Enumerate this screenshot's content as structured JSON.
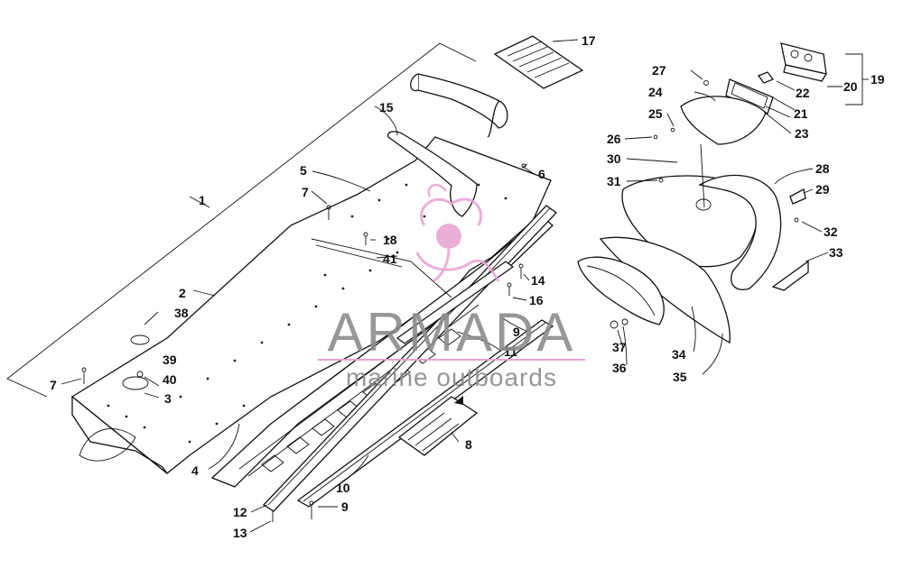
{
  "diagram": {
    "callouts": [
      {
        "id": "c1",
        "label": "1"
      },
      {
        "id": "c2",
        "label": "2"
      },
      {
        "id": "c3",
        "label": "3"
      },
      {
        "id": "c4",
        "label": "4"
      },
      {
        "id": "c5",
        "label": "5"
      },
      {
        "id": "c6",
        "label": "6"
      },
      {
        "id": "c7a",
        "label": "7"
      },
      {
        "id": "c7b",
        "label": "7"
      },
      {
        "id": "c8",
        "label": "8"
      },
      {
        "id": "c9a",
        "label": "9"
      },
      {
        "id": "c9b",
        "label": "9"
      },
      {
        "id": "c10",
        "label": "10"
      },
      {
        "id": "c11",
        "label": "11"
      },
      {
        "id": "c12",
        "label": "12"
      },
      {
        "id": "c13",
        "label": "13"
      },
      {
        "id": "c14",
        "label": "14"
      },
      {
        "id": "c15",
        "label": "15"
      },
      {
        "id": "c16",
        "label": "16"
      },
      {
        "id": "c17",
        "label": "17"
      },
      {
        "id": "c18",
        "label": "18"
      },
      {
        "id": "c19",
        "label": "19"
      },
      {
        "id": "c20",
        "label": "20"
      },
      {
        "id": "c21",
        "label": "21"
      },
      {
        "id": "c22",
        "label": "22"
      },
      {
        "id": "c23",
        "label": "23"
      },
      {
        "id": "c24",
        "label": "24"
      },
      {
        "id": "c25",
        "label": "25"
      },
      {
        "id": "c26",
        "label": "26"
      },
      {
        "id": "c27",
        "label": "27"
      },
      {
        "id": "c28",
        "label": "28"
      },
      {
        "id": "c29",
        "label": "29"
      },
      {
        "id": "c30",
        "label": "30"
      },
      {
        "id": "c31",
        "label": "31"
      },
      {
        "id": "c32",
        "label": "32"
      },
      {
        "id": "c33",
        "label": "33"
      },
      {
        "id": "c34",
        "label": "34"
      },
      {
        "id": "c35",
        "label": "35"
      },
      {
        "id": "c36",
        "label": "36"
      },
      {
        "id": "c37",
        "label": "37"
      },
      {
        "id": "c38",
        "label": "38"
      },
      {
        "id": "c39",
        "label": "39"
      },
      {
        "id": "c40",
        "label": "40"
      },
      {
        "id": "c41",
        "label": "41"
      }
    ]
  },
  "watermark": {
    "brand": "ARMADA",
    "tagline": "marine outboards",
    "brand_color": "#8c8c8c",
    "logo_color": "#e8a2cf"
  }
}
